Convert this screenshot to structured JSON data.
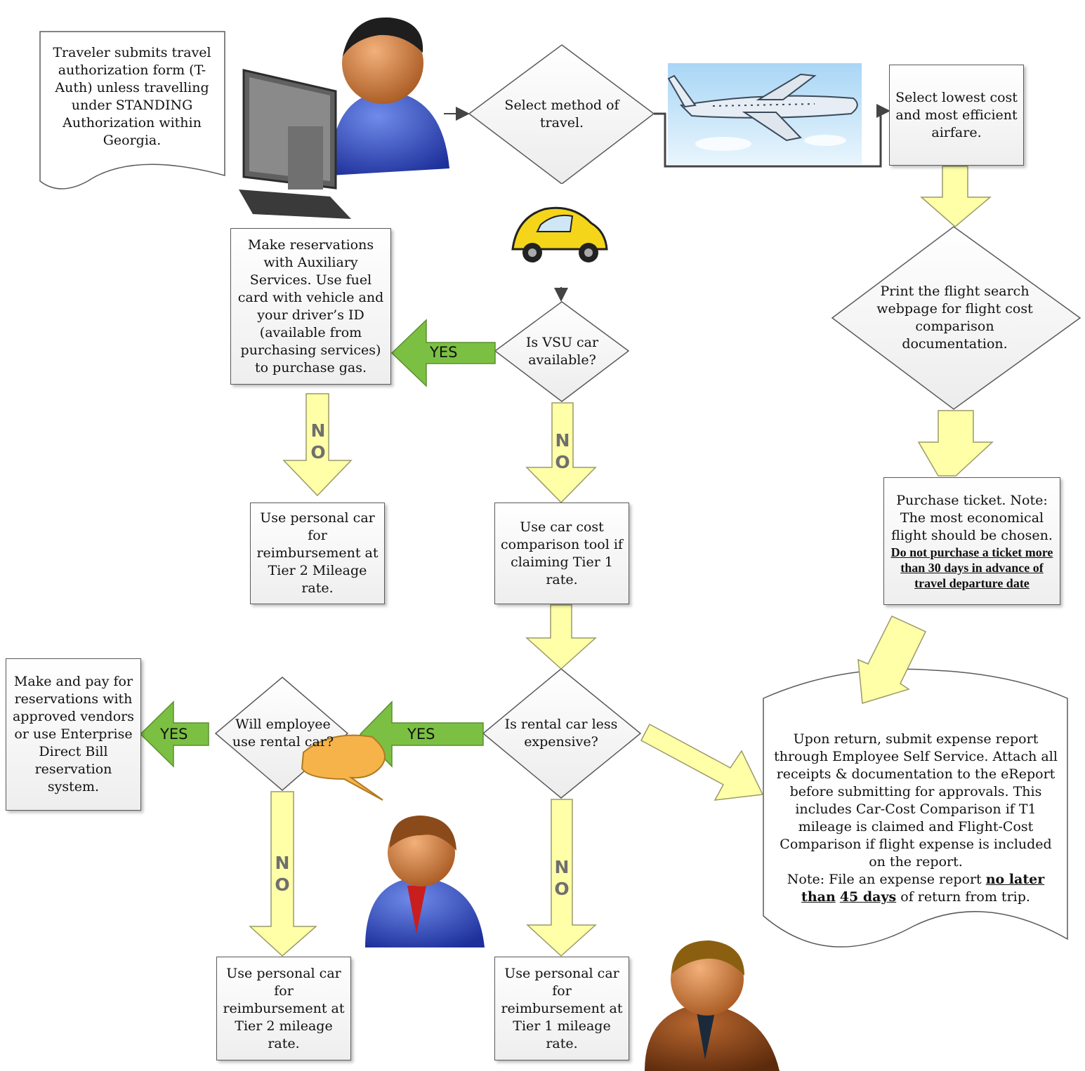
{
  "steps": {
    "submit_tauth": "Traveler submits travel authorization form (T-Auth) unless travelling under STANDING Authorization within Georgia.",
    "select_method": "Select method of travel.",
    "select_airfare": "Select lowest cost and most efficient airfare.",
    "make_reservations": "Make reservations with Auxiliary Services. Use fuel card with vehicle and your driver’s ID (available from purchasing services) to purchase gas.",
    "is_vsu_car": "Is VSU car available?",
    "print_flight": "Print the flight search webpage for flight cost comparison documentation.",
    "tier2_first": "Use personal car for reimbursement at Tier 2 Mileage rate.",
    "cost_tool": "Use car cost comparison tool if claiming Tier 1 rate.",
    "purchase_ticket_plain": "Purchase ticket. Note: The most economical flight should be chosen.",
    "purchase_ticket_bold": "Do not purchase a ticket more than 30 days in advance of travel departure date",
    "make_pay": "Make and pay for reservations with approved vendors or use Enterprise Direct Bill reservation system.",
    "will_employee": "Will employee use rental car?",
    "is_rental_less": "Is rental car less expensive?",
    "expense_report_main": "Upon return, submit expense report through Employee Self Service. Attach all receipts & documentation to the eReport before submitting for approvals. This includes Car-Cost Comparison if T1 mileage is claimed and Flight-Cost Comparison if flight expense is included on the report.",
    "expense_note_pre": "Note: File an expense report",
    "expense_note_b1": "no later than",
    "expense_note_b2": "45 days",
    "expense_note_post": "of return from trip.",
    "tier2_second": "Use personal car for reimbursement at Tier 2 mileage rate.",
    "tier1": "Use personal car for reimbursement at Tier 1 mileage rate."
  },
  "labels": {
    "yes": "YES",
    "no_n": "N",
    "no_o": "O"
  },
  "icons": [
    "person-computer-icon",
    "airplane-icon",
    "car-icon",
    "person-speech-icon",
    "person-icon"
  ],
  "colors": {
    "yellow_arrow": "#ffffa8",
    "yellow_arrow_stroke": "#9a9a6a",
    "green_arrow": "#7cc043",
    "box_border": "#5a5a5a"
  }
}
